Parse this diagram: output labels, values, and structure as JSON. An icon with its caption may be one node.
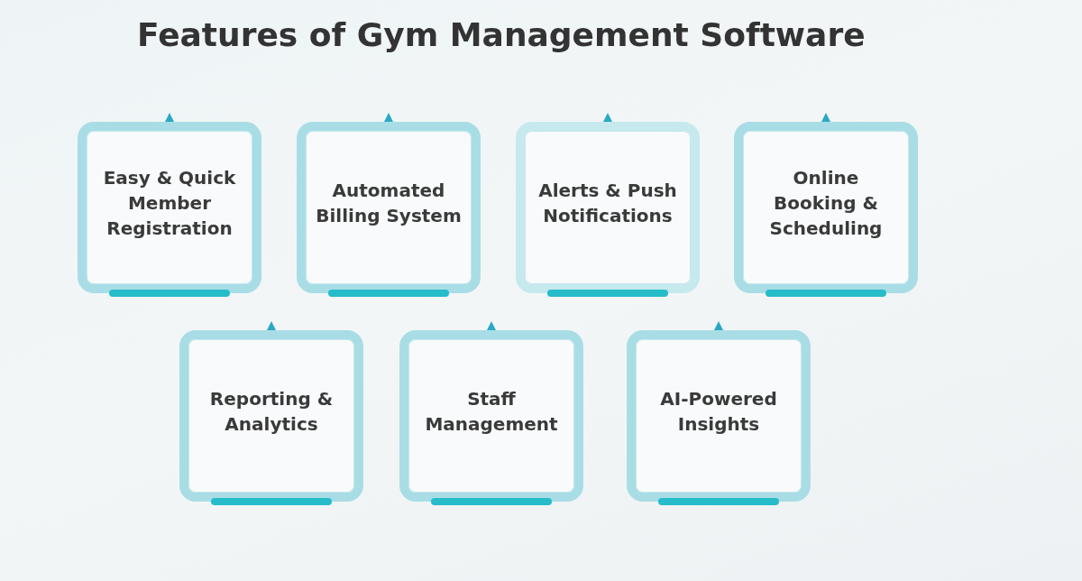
{
  "diagram": {
    "title": "Features of Gym Management Software",
    "nodes": [
      {
        "text": [
          "Easy & Quick Member Registration"
        ]
      },
      {
        "text": [
          "Automated Billing System"
        ]
      },
      {
        "text": [
          "Alerts & Push Notifications"
        ]
      },
      {
        "text": [
          "Online Booking & Scheduling"
        ]
      },
      {
        "text": [
          "Reporting & Analytics"
        ]
      },
      {
        "text": [
          "Staff Management"
        ]
      },
      {
        "text": [
          "AI-Powered Insights"
        ]
      }
    ],
    "edges": []
  }
}
